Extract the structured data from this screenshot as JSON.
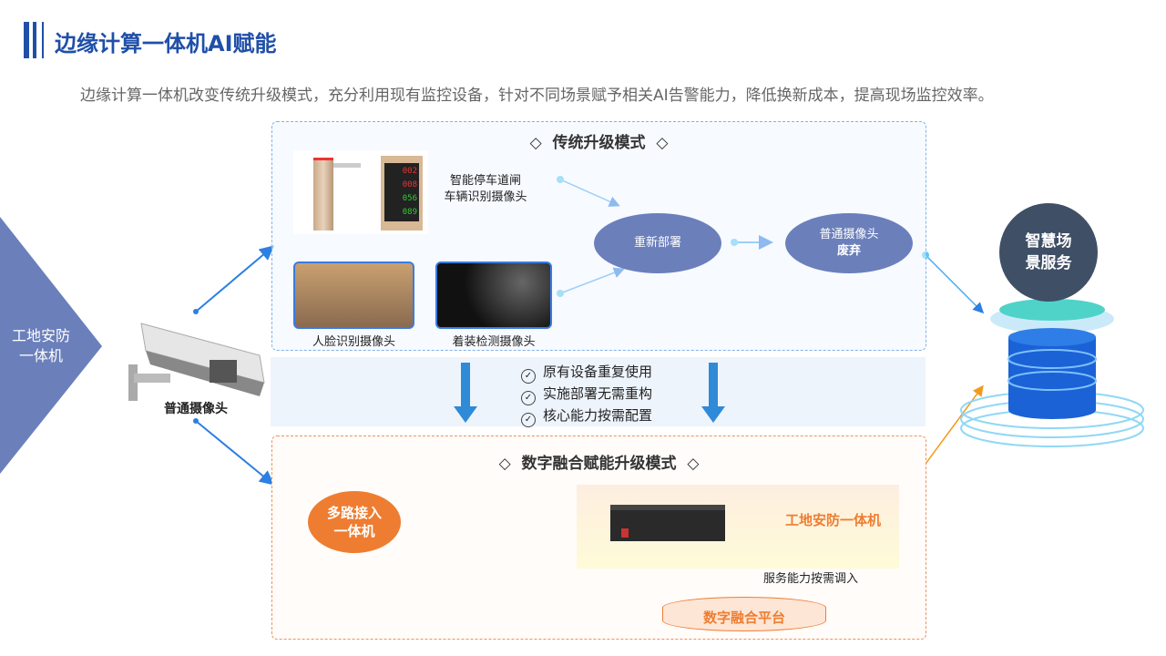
{
  "header": {
    "title": "边缘计算一体机AI赋能",
    "subtitle": "边缘计算一体机改变传统升级模式，充分利用现有监控设备，针对不同场景赋予相关AI告警能力，降低换新成本，提高现场监控效率。"
  },
  "left": {
    "device_label": "工地安防\n一体机",
    "camera_label": "普通摄像头"
  },
  "traditional": {
    "title": "传统升级模式",
    "parking_label": "智能停车道闸\n车辆识别摄像头",
    "face_label": "人脸识别摄像头",
    "dress_label": "着装检测摄像头",
    "redeploy": "重新部署",
    "discard_line1": "普通摄像头",
    "discard_line2": "废弃",
    "parking_display": [
      "002",
      "008",
      "056",
      "089"
    ]
  },
  "benefits": [
    "原有设备重复使用",
    "实施部署无需重构",
    "核心能力按需配置"
  ],
  "digital": {
    "title": "数字融合赋能升级模式",
    "multi_line1": "多路接入",
    "multi_line2": "一体机",
    "device_name": "工地安防一体机",
    "service_label": "服务能力按需调入",
    "platform": "数字融合平台"
  },
  "right": {
    "service_line1": "智慧场",
    "service_line2": "景服务"
  },
  "colors": {
    "brand": "#1f4fa8",
    "orange": "#ee7d31",
    "ellipse": "#6b7fbb",
    "arrow": "#3399ee"
  }
}
